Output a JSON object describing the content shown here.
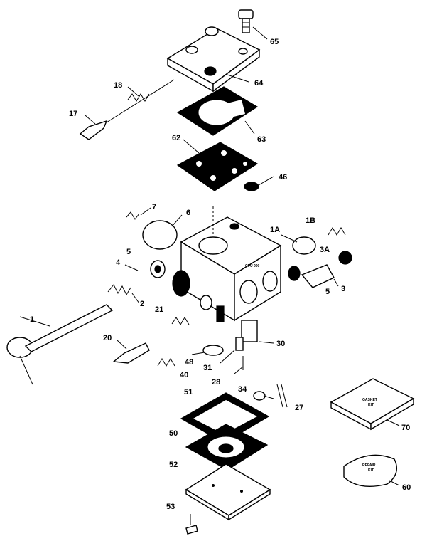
{
  "labels": {
    "p65": "65",
    "p64": "64",
    "p18": "18",
    "p17": "17",
    "p63": "63",
    "p62": "62",
    "p46": "46",
    "p7": "7",
    "p6": "6",
    "p1A": "1A",
    "p1B": "1B",
    "p3A": "3A",
    "p5a": "5",
    "p4": "4",
    "p3": "3",
    "p5b": "5",
    "p2": "2",
    "p1": "1",
    "p21": "21",
    "p30": "30",
    "p20": "20",
    "p48": "48",
    "p40": "40",
    "p31": "31",
    "p28": "28",
    "p34": "34",
    "p51": "51",
    "p27": "27",
    "p70": "70",
    "p50": "50",
    "p52": "52",
    "p60": "60",
    "p53": "53"
  },
  "kits": {
    "gasket_line1": "GASKET",
    "gasket_line2": "KIT",
    "repair_line1": "REPAIR",
    "repair_line2": "KIT"
  }
}
